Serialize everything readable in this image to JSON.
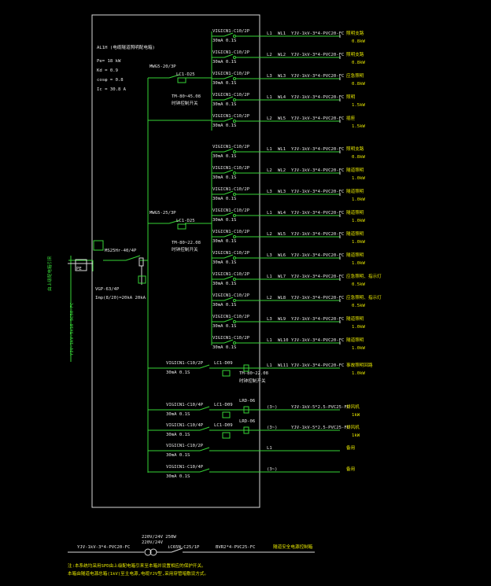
{
  "colors": {
    "background": "#000000",
    "line_green": "#36d336",
    "line_white": "#d8d8d8",
    "text_white": "#e6e6e6",
    "text_green": "#36d336",
    "text_yellow": "#e6e600"
  },
  "panel": {
    "id": "AL1H",
    "title": "AL1H (电缆隧道照明配电箱)",
    "params": [
      "Pe= 18 kW",
      "Kd = 0.9",
      "cosφ = 0.8",
      "Ic = 30.8 A"
    ]
  },
  "incoming": {
    "cable_label": "YJV-1kV-5x16 SC50-FC",
    "note": "由上级配电箱引来",
    "protector_label": "PE",
    "main_switch": "MS25Hr-40/4P",
    "spd_label": "VGP-63/4P",
    "spd_note": "Imp(8/20)=20kA 20kA",
    "group1_breaker": "MWG5-20/3P",
    "group1_contactor": "LC1-D25",
    "group1_relay": "TM-80~45.08",
    "group1_relay_note": "时钟控制开关",
    "group2_breaker": "MWG5-25/3P",
    "group2_contactor": "LC1-D25",
    "group2_relay": "TM-80~22.08",
    "group2_relay_note": "时钟控制开关"
  },
  "circuits": [
    {
      "breaker": "VIGICN1-C10/2P",
      "rcd": "30mA 0.1S",
      "phase": "L1",
      "no": "WL1",
      "cable": "YJV-1kV-3*4-PVC20-FC",
      "load": "照明支路",
      "power": "0.8kW"
    },
    {
      "breaker": "VIGICN1-C10/2P",
      "rcd": "30mA 0.1S",
      "phase": "L2",
      "no": "WL2",
      "cable": "YJV-1kV-3*4-PVC20-FC",
      "load": "照明支路",
      "power": "0.8kW"
    },
    {
      "breaker": "VIGICN1-C10/2P",
      "rcd": "30mA 0.1S",
      "phase": "L3",
      "no": "WL3",
      "cable": "YJV-1kV-3*4-PVC20-FC",
      "load": "应急照明",
      "power": "0.8kW"
    },
    {
      "breaker": "VIGICN1-C10/2P",
      "rcd": "30mA 0.1S",
      "phase": "L1",
      "no": "WL4",
      "cable": "YJV-1kV-3*4-PVC20-FC",
      "load": "照明",
      "power": "1.5kW"
    },
    {
      "breaker": "VIGICN1-C10/2P",
      "rcd": "30mA 0.1S",
      "phase": "L2",
      "no": "WL5",
      "cable": "YJV-1kV-3*4-PVC20-FC",
      "load": "插座",
      "power": "1.5kW"
    },
    {
      "breaker": "VIGICN1-C10/2P",
      "rcd": "30mA 0.1S",
      "phase": "L1",
      "no": "WL1",
      "cable": "YJV-1kV-3*4-PVC20-FC",
      "load": "照明支路",
      "power": "0.8kW"
    },
    {
      "breaker": "VIGICN1-C10/2P",
      "rcd": "30mA 0.1S",
      "phase": "L2",
      "no": "WL2",
      "cable": "YJV-1kV-3*4-PVC20-FC",
      "load": "隧道照明",
      "power": "1.0kW"
    },
    {
      "breaker": "VIGICN1-C10/2P",
      "rcd": "30mA 0.1S",
      "phase": "L3",
      "no": "WL3",
      "cable": "YJV-1kV-3*4-PVC20-FC",
      "load": "隧道照明",
      "power": "1.0kW"
    },
    {
      "breaker": "VIGICN1-C10/2P",
      "rcd": "30mA 0.1S",
      "phase": "L1",
      "no": "WL4",
      "cable": "YJV-1kV-3*4-PVC20-FC",
      "load": "隧道照明",
      "power": "1.0kW"
    },
    {
      "breaker": "VIGICN1-C10/2P",
      "rcd": "30mA 0.1S",
      "phase": "L2",
      "no": "WL5",
      "cable": "YJV-1kV-3*4-PVC20-FC",
      "load": "隧道照明",
      "power": "1.0kW"
    },
    {
      "breaker": "VIGICN1-C10/2P",
      "rcd": "30mA 0.1S",
      "phase": "L3",
      "no": "WL6",
      "cable": "YJV-1kV-3*4-PVC20-FC",
      "load": "隧道照明",
      "power": "1.0kW"
    },
    {
      "breaker": "VIGICN1-C10/2P",
      "rcd": "30mA 0.1S",
      "phase": "L1",
      "no": "WL7",
      "cable": "YJV-1kV-3*4-PVC20-FC",
      "load": "应急照明、指示灯",
      "power": "0.5kW"
    },
    {
      "breaker": "VIGICN1-C10/2P",
      "rcd": "30mA 0.1S",
      "phase": "L2",
      "no": "WL8",
      "cable": "YJV-1kV-3*4-PVC20-FC",
      "load": "应急照明、指示灯",
      "power": "0.5kW"
    },
    {
      "breaker": "VIGICN1-C10/2P",
      "rcd": "30mA 0.1S",
      "phase": "L3",
      "no": "WL9",
      "cable": "YJV-1kV-3*4-PVC20-FC",
      "load": "隧道照明",
      "power": "1.0kW"
    },
    {
      "breaker": "VIGICN1-C10/2P",
      "rcd": "30mA 0.1S",
      "phase": "L1",
      "no": "WL10",
      "cable": "YJV-1kV-3*4-PVC20-FC",
      "load": "隧道照明",
      "power": "1.0kW"
    }
  ],
  "lower_circuits": [
    {
      "breaker": "VIGICN1-C10/2P",
      "rcd": "30mA 0.1S",
      "contactor": "LC1-D09",
      "relay": "TM-80~22.08",
      "relay_note": "时钟控制开关",
      "phase": "L1",
      "no": "WL11",
      "cable": "YJV-1kV-3*4-PVC20-FC",
      "load": "事故照明回路",
      "power": "1.0kW"
    },
    {
      "breaker": "VIGICN1-C10/4P",
      "rcd": "30mA 0.1S",
      "contactor": "LC1-D09",
      "relay": "LRD-06",
      "phase": "(3~)",
      "no": "",
      "cable": "YJV-1kV-5*2.5-PVC25-FC",
      "load": "排风机",
      "power": "1kW"
    },
    {
      "breaker": "VIGICN1-C10/4P",
      "rcd": "30mA 0.1S",
      "contactor": "LC1-D09",
      "relay": "LRD-06",
      "phase": "(3~)",
      "no": "",
      "cable": "YJV-1kV-5*2.5-PVC25-FC",
      "load": "排风机",
      "power": "1kW"
    },
    {
      "breaker": "VIGICN1-C10/2P",
      "rcd": "30mA 0.1S",
      "contactor": "",
      "relay": "",
      "phase": "L1",
      "no": "",
      "cable": "",
      "load": "备用",
      "power": ""
    },
    {
      "breaker": "VIGICN1-C10/4P",
      "rcd": "30mA 0.1S",
      "contactor": "",
      "relay": "",
      "phase": "(3~)",
      "no": "",
      "cable": "",
      "load": "备用",
      "power": ""
    }
  ],
  "bottom": {
    "cable": "YJV-1kV-3*4-PVC20-FC",
    "transformer": "220V/24V 250W",
    "transformer2": "220V/24V",
    "breaker": "iC65N-C25/1P",
    "cable2": "BVR2*4-PVC25-FC",
    "target": "隧道安全电源控制箱",
    "note1": "注:本系统均采用SPD由上级配电箱引来至本箱并设置相应的保护开关。",
    "note2": "本箱由隧道电源总箱(1kV)至主电源,电缆YJV型,采用穿管暗敷设方式。"
  }
}
